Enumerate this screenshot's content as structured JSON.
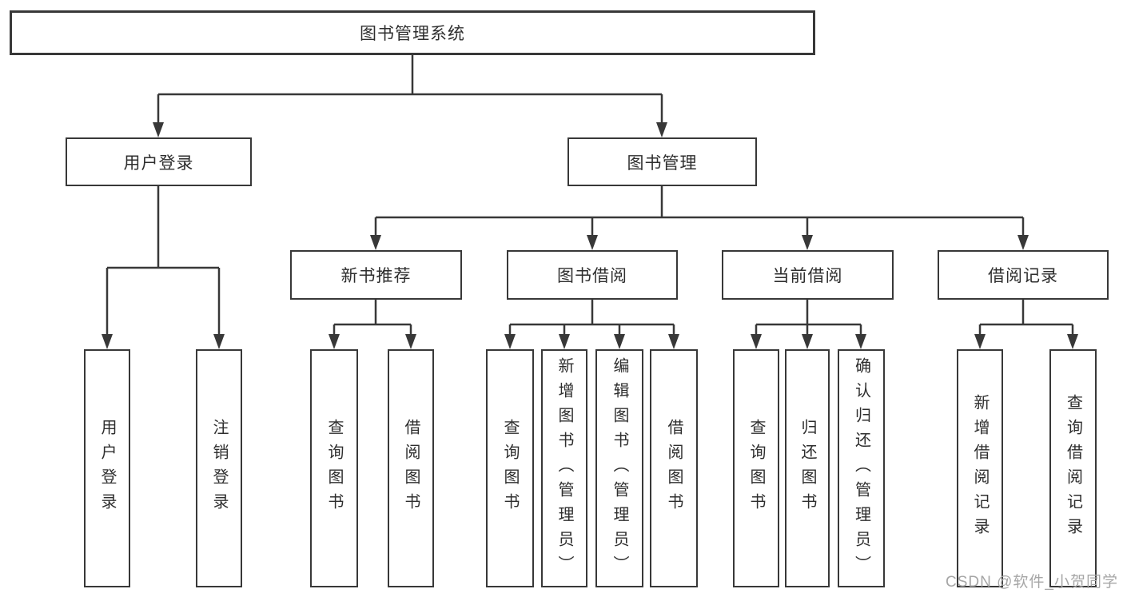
{
  "tree": {
    "label": "图书管理系统",
    "children": [
      {
        "label": "用户登录",
        "children": [
          {
            "label": "用户登录"
          },
          {
            "label": "注销登录"
          }
        ]
      },
      {
        "label": "图书管理",
        "children": [
          {
            "label": "新书推荐",
            "children": [
              {
                "label": "查询图书"
              },
              {
                "label": "借阅图书"
              }
            ]
          },
          {
            "label": "图书借阅",
            "children": [
              {
                "label": "查询图书"
              },
              {
                "label": "新增图书（管理员）"
              },
              {
                "label": "编辑图书（管理员）"
              },
              {
                "label": "借阅图书"
              }
            ]
          },
          {
            "label": "当前借阅",
            "children": [
              {
                "label": "查询图书"
              },
              {
                "label": "归还图书"
              },
              {
                "label": "确认归还（管理员）"
              }
            ]
          },
          {
            "label": "借阅记录",
            "children": [
              {
                "label": "新增借阅记录"
              },
              {
                "label": "查询借阅记录"
              }
            ]
          }
        ]
      }
    ]
  },
  "watermark": {
    "text": "CSDN @软件_小贺同学"
  },
  "colors": {
    "line": "#383838",
    "box_border": "#383838",
    "text": "#2e2e2e",
    "watermark": "#a6a6a6",
    "background": "#ffffff"
  }
}
